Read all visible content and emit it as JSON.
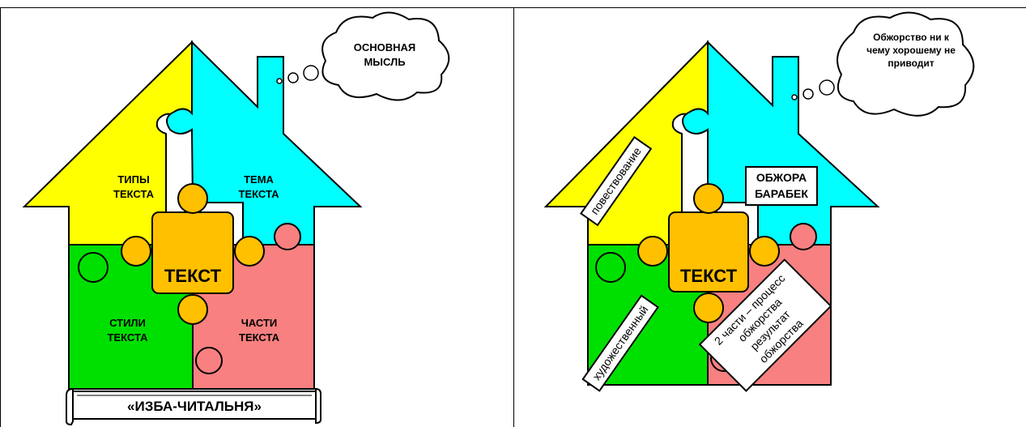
{
  "left": {
    "thought": "ОСНОВНАЯ МЫСЛЬ",
    "center": "ТЕКСТ",
    "yellow": "ТИПЫ ТЕКСТА",
    "cyan": "ТЕМА ТЕКСТА",
    "green": "СТИЛИ ТЕКСТА",
    "red": "ЧАСТИ ТЕКСТА",
    "scroll": "«ИЗБА-ЧИТАЛЬНЯ»"
  },
  "right": {
    "thought": "Обжорство ни к чему хорошему не приводит",
    "center": "ТЕКСТ",
    "yellow": "повествование",
    "cyan": "ОБЖОРА БАРАБЕК",
    "green": "художественный",
    "red": "2 части – процесс обжорства результат обжорства"
  },
  "colors": {
    "yellow": "#ffff00",
    "cyan": "#00ffff",
    "green": "#00e000",
    "red": "#f88080",
    "center": "#ffc000"
  }
}
